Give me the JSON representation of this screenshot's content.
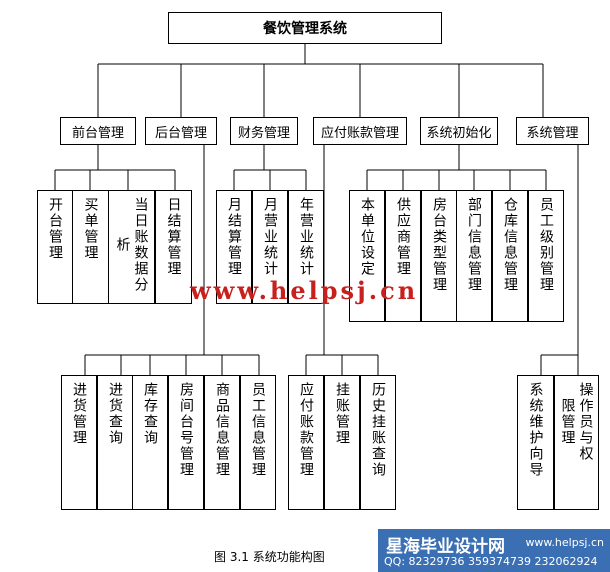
{
  "root": "餐饮管理系统",
  "modules": {
    "front": "前台管理",
    "back": "后台管理",
    "finance": "财务管理",
    "payable": "应付账款管理",
    "init": "系统初始化",
    "system": "系统管理"
  },
  "front_items": [
    "开台管理",
    "买单管理",
    "当日账数据分析",
    "日结算管理"
  ],
  "finance_items": [
    "月结算管理",
    "月营业统计",
    "年营业统计"
  ],
  "init_items": [
    "本单位设定",
    "供应商管理",
    "房台类型管理",
    "部门信息管理",
    "仓库信息管理",
    "员工级别管理"
  ],
  "back_items": [
    "进货管理",
    "进货查询",
    "库存查询",
    "房间台号管理",
    "商品信息管理",
    "员工信息管理"
  ],
  "payable_items": [
    "应付账款管理",
    "挂账管理",
    "历史挂账查询"
  ],
  "system_items": [
    "系统维护向导",
    "操作员与权限管理"
  ],
  "watermark": "www.helpsj.cn",
  "caption": "图 3.1 系统功能构图",
  "banner": {
    "title": "星海毕业设计网",
    "url": "www.helpsj.cn",
    "qq": "QQ: 82329736  359374739  232062924"
  }
}
